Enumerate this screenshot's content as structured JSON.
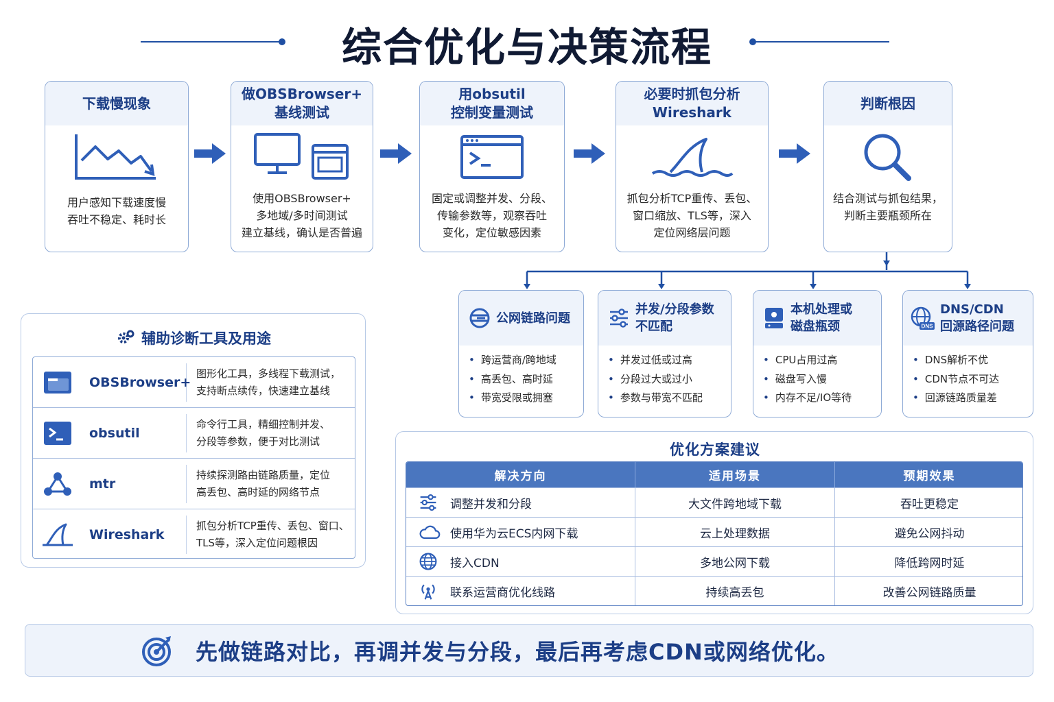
{
  "title": "综合优化与决策流程",
  "steps": [
    {
      "title_l1": "下载慢现象",
      "title_l2": "",
      "icon": "trend-down-chart-icon",
      "desc_l1": "用户感知下载速度慢",
      "desc_l2": "吞吐不稳定、耗时长",
      "desc_l3": ""
    },
    {
      "title_l1": "做OBSBrowser+",
      "title_l2": "基线测试",
      "icon": "monitor-window-icon",
      "desc_l1": "使用OBSBrowser+",
      "desc_l2": "多地域/多时间测试",
      "desc_l3": "建立基线，确认是否普遍"
    },
    {
      "title_l1": "用obsutil",
      "title_l2": "控制变量测试",
      "icon": "terminal-icon",
      "desc_l1": "固定或调整并发、分段、",
      "desc_l2": "传输参数等，观察吞吐",
      "desc_l3": "变化，定位敏感因素"
    },
    {
      "title_l1": "必要时抓包分析",
      "title_l2": "Wireshark",
      "icon": "shark-fin-icon",
      "desc_l1": "抓包分析TCP重传、丢包、",
      "desc_l2": "窗口缩放、TLS等，深入",
      "desc_l3": "定位网络层问题"
    },
    {
      "title_l1": "判断根因",
      "title_l2": "",
      "icon": "magnifier-icon",
      "desc_l1": "结合测试与抓包结果，",
      "desc_l2": "判断主要瓶颈所在",
      "desc_l3": ""
    }
  ],
  "problems": [
    {
      "title_l1": "公网链路问题",
      "title_l2": "",
      "icon": "network-globe-icon",
      "items": [
        "跨运营商/跨地域",
        "高丢包、高时延",
        "带宽受限或拥塞"
      ]
    },
    {
      "title_l1": "并发/分段参数",
      "title_l2": "不匹配",
      "icon": "sliders-icon",
      "items": [
        "并发过低或过高",
        "分段过大或过小",
        "参数与带宽不匹配"
      ]
    },
    {
      "title_l1": "本机处理或",
      "title_l2": "磁盘瓶颈",
      "icon": "disk-drive-icon",
      "items": [
        "CPU占用过高",
        "磁盘写入慢",
        "内存不足/IO等待"
      ]
    },
    {
      "title_l1": "DNS/CDN",
      "title_l2": "回源路径问题",
      "icon": "dns-globe-icon",
      "items": [
        "DNS解析不优",
        "CDN节点不可达",
        "回源链路质量差"
      ]
    }
  ],
  "tools": {
    "title": "辅助诊断工具及用途",
    "rows": [
      {
        "name": "OBSBrowser+",
        "icon": "browser-window-icon",
        "desc_l1": "图形化工具，多线程下载测试，",
        "desc_l2": "支持断点续传，快速建立基线"
      },
      {
        "name": "obsutil",
        "icon": "terminal-icon",
        "desc_l1": "命令行工具，精细控制并发、",
        "desc_l2": "分段等参数，便于对比测试"
      },
      {
        "name": "mtr",
        "icon": "network-nodes-icon",
        "desc_l1": "持续探测路由链路质量，定位",
        "desc_l2": "高丢包、高时延的网络节点"
      },
      {
        "name": "Wireshark",
        "icon": "shark-fin-icon",
        "desc_l1": "抓包分析TCP重传、丢包、窗口、",
        "desc_l2": "TLS等，深入定位问题根因"
      }
    ]
  },
  "optimization": {
    "title": "优化方案建议",
    "headers": [
      "解决方向",
      "适用场景",
      "预期效果"
    ],
    "rows": [
      {
        "icon": "sliders-icon",
        "direction": "调整并发和分段",
        "scenario": "大文件跨地域下载",
        "effect": "吞吐更稳定"
      },
      {
        "icon": "cloud-icon",
        "direction": "使用华为云ECS内网下载",
        "scenario": "云上处理数据",
        "effect": "避免公网抖动"
      },
      {
        "icon": "globe-icon",
        "direction": "接入CDN",
        "scenario": "多地公网下载",
        "effect": "降低跨网时延"
      },
      {
        "icon": "signal-tower-icon",
        "direction": "联系运营商优化线路",
        "scenario": "持续高丢包",
        "effect": "改善公网链路质量"
      }
    ]
  },
  "banner": {
    "icon": "target-icon",
    "text": "先做链路对比，再调并发与分段，最后再考虑CDN或网络优化。"
  },
  "colors": {
    "primary": "#1c3e86",
    "accent": "#2f5fb8",
    "header_fill": "#4a76bf",
    "card_bg": "#eef3fb",
    "border": "#8eaad6"
  }
}
